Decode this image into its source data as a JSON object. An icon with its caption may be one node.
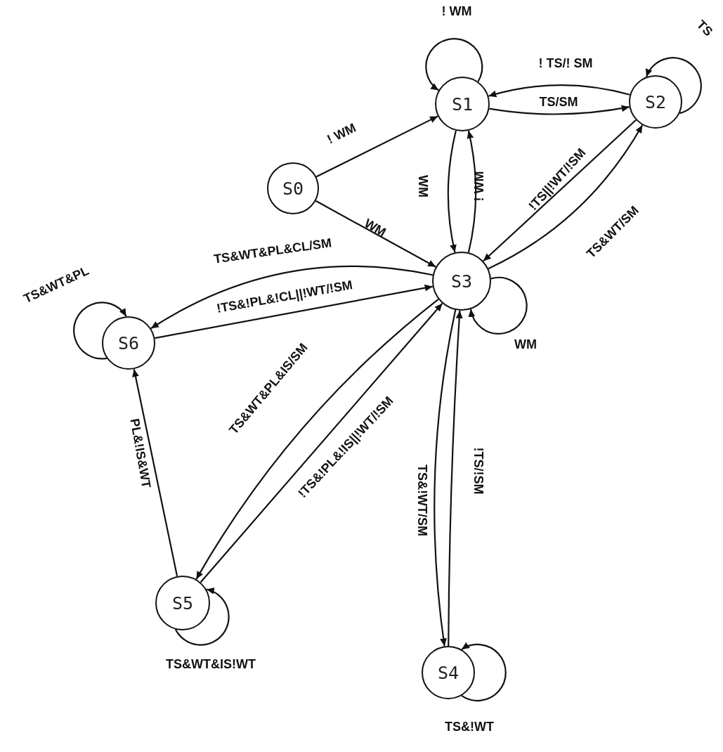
{
  "diagram": {
    "nodes": [
      {
        "text": [
          "S0"
        ]
      },
      {
        "text": [
          "S1"
        ]
      },
      {
        "text": [
          "S2"
        ]
      },
      {
        "text": [
          "S3"
        ]
      },
      {
        "text": [
          "S4"
        ]
      },
      {
        "text": [
          "S5"
        ]
      },
      {
        "text": [
          "S6"
        ]
      }
    ],
    "edges": [
      {
        "from": 0,
        "to": 1,
        "arrow": "to",
        "label": "! WM"
      },
      {
        "from": 0,
        "to": 3,
        "arrow": "to",
        "label": "WM"
      },
      {
        "from": 1,
        "to": 1,
        "arrow": "to",
        "label": "! WM"
      },
      {
        "from": 2,
        "to": 1,
        "arrow": "to",
        "label": "! TS/! SM"
      },
      {
        "from": 1,
        "to": 2,
        "arrow": "to",
        "label": "TS/SM"
      },
      {
        "from": 1,
        "to": 3,
        "arrow": "to",
        "label": "WM"
      },
      {
        "from": 3,
        "to": 1,
        "arrow": "to",
        "label": "! WM"
      },
      {
        "from": 2,
        "to": 2,
        "arrow": "to",
        "label": "TS"
      },
      {
        "from": 2,
        "to": 3,
        "arrow": "to",
        "label": "!TS||!WT/!SM"
      },
      {
        "from": 3,
        "to": 2,
        "arrow": "to",
        "label": "TS&WT/SM"
      },
      {
        "from": 3,
        "to": 3,
        "arrow": "to",
        "label": "WM"
      },
      {
        "from": 3,
        "to": 6,
        "arrow": "to",
        "label": "TS&WT&PL&CL/SM"
      },
      {
        "from": 6,
        "to": 3,
        "arrow": "to",
        "label": "!TS&!PL&!CL||!WT/!SM"
      },
      {
        "from": 6,
        "to": 6,
        "arrow": "to",
        "label": "TS&WT&PL"
      },
      {
        "from": 3,
        "to": 5,
        "arrow": "to",
        "label": "TS&WT&PL&IS/SM"
      },
      {
        "from": 5,
        "to": 3,
        "arrow": "to",
        "label": "!TS&!PL&!IS||!WT/!SM"
      },
      {
        "from": 5,
        "to": 6,
        "arrow": "to",
        "label": "PL&!IS&WT"
      },
      {
        "from": 5,
        "to": 5,
        "arrow": "to",
        "label": "TS&WT&IS!WT"
      },
      {
        "from": 3,
        "to": 4,
        "arrow": "to",
        "label": "TS&!WT/SM"
      },
      {
        "from": 4,
        "to": 3,
        "arrow": "to",
        "label": "!TS/!SM"
      },
      {
        "from": 4,
        "to": 4,
        "arrow": "to",
        "label": "TS&!WT"
      }
    ]
  }
}
